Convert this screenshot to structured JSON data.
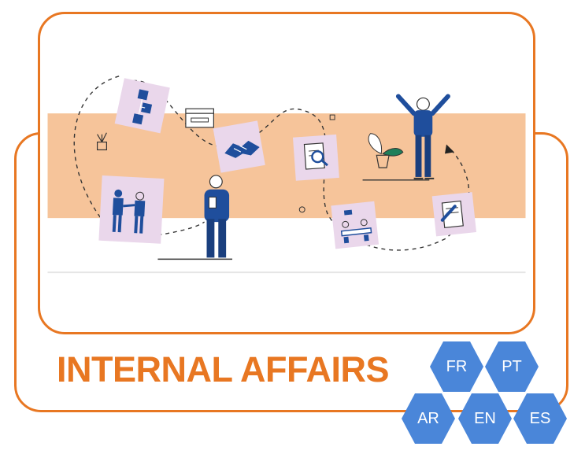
{
  "title": "INTERNAL AFFAIRS",
  "languages": [
    {
      "code": "FR"
    },
    {
      "code": "PT"
    },
    {
      "code": "AR"
    },
    {
      "code": "EN"
    },
    {
      "code": "ES"
    }
  ],
  "colors": {
    "accent": "#e87722",
    "band": "#f6c49a",
    "card": "#ead7eb",
    "figure_blue": "#1f4e9c",
    "hex_fill": "#4a86d9",
    "hex_text": "#ffffff"
  },
  "icons": [
    "potted-plant-icon",
    "org-chart-icon",
    "browser-window-icon",
    "handshake-icon",
    "document-search-icon",
    "monstera-plant-icon",
    "meeting-table-icon",
    "edit-document-icon",
    "arrowhead-icon"
  ]
}
